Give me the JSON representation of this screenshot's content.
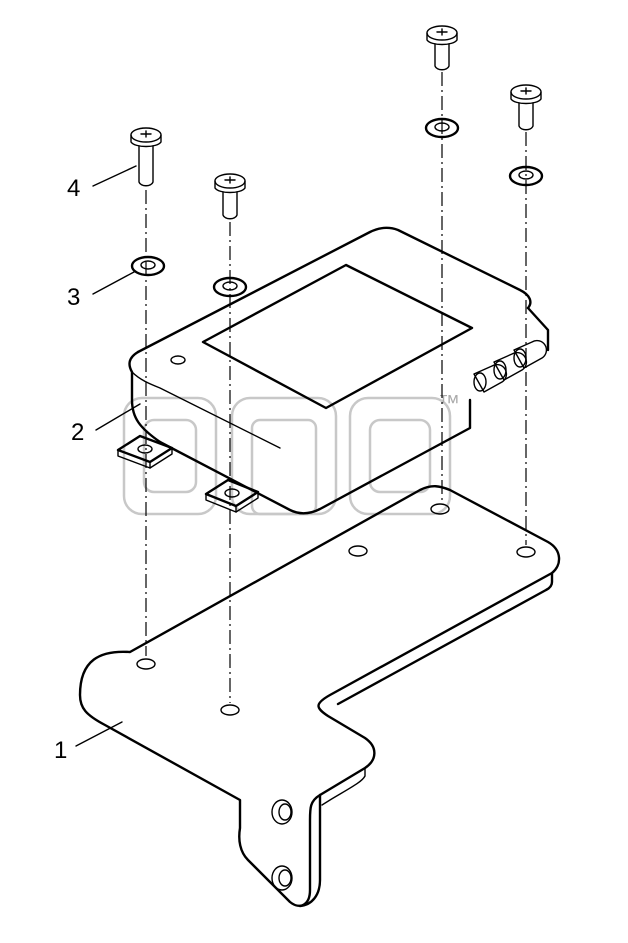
{
  "callouts": {
    "label_1": "1",
    "label_2": "2",
    "label_3": "3",
    "label_4": "4"
  },
  "watermark": {
    "trademark": "™"
  },
  "colors": {
    "line": "#000000",
    "background": "#ffffff",
    "watermark": "#c8c8c8"
  }
}
